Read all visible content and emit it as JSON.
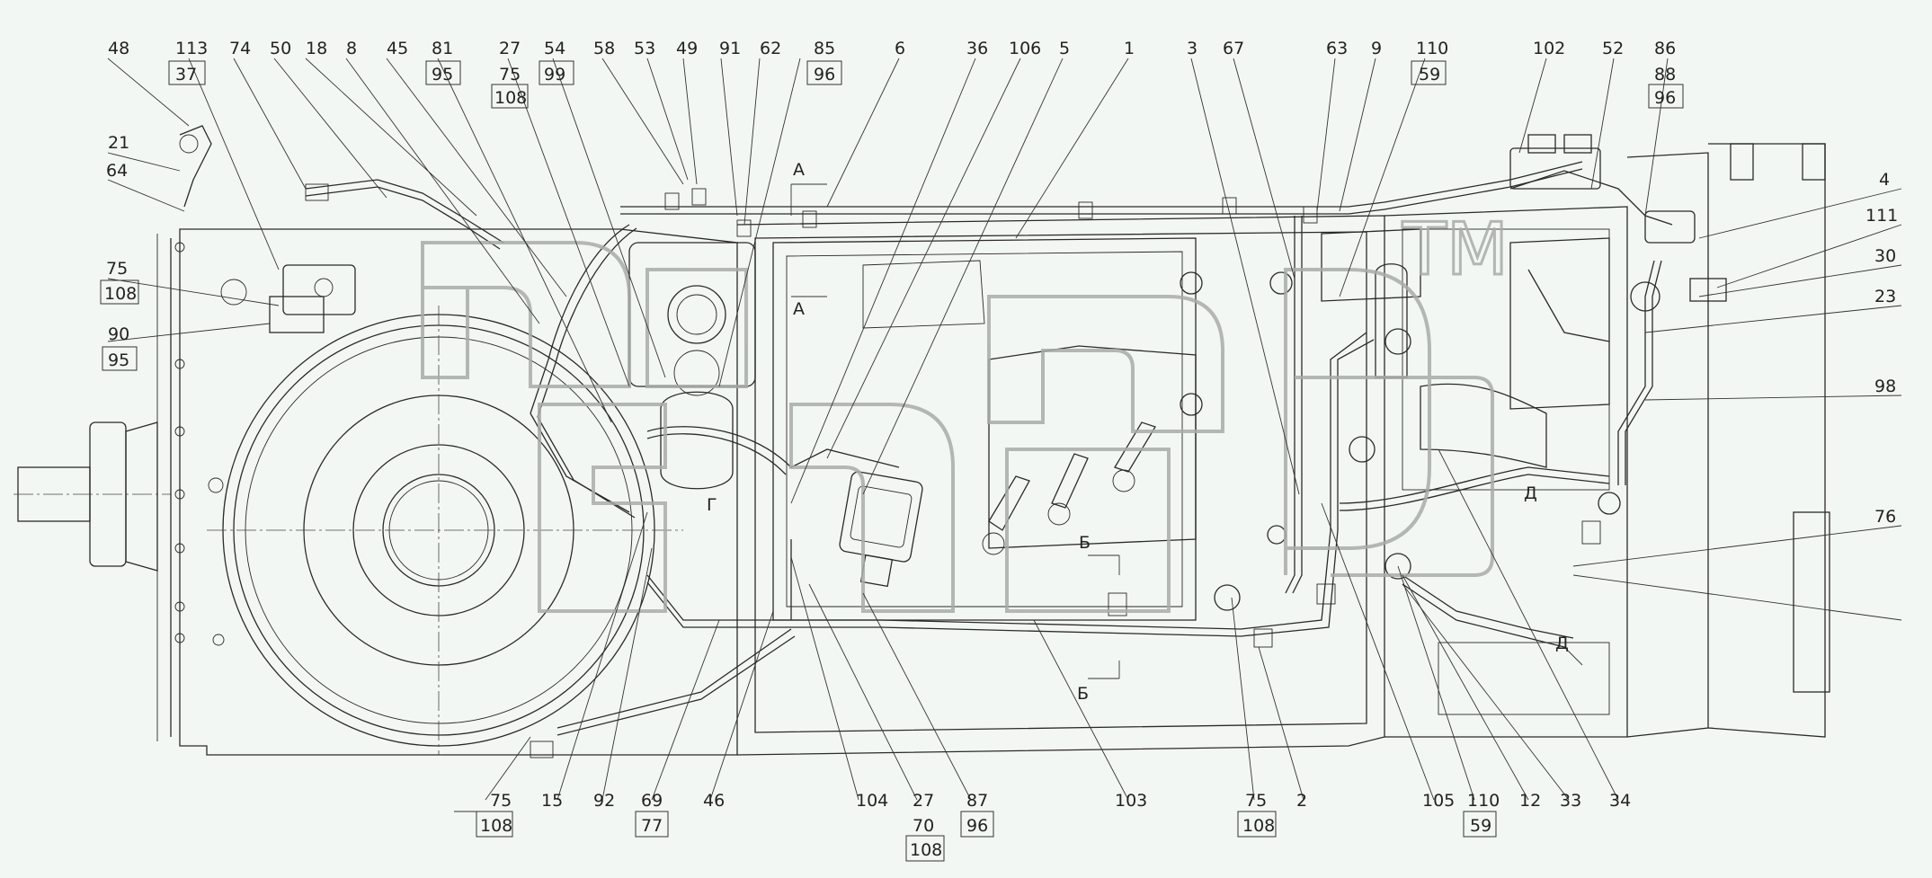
{
  "diagram": {
    "top_labels": [
      "48",
      "113",
      "74",
      "50",
      "18",
      "8",
      "45",
      "81",
      "27",
      "54",
      "58",
      "53",
      "49",
      "91",
      "62",
      "85",
      "6",
      "36",
      "106",
      "5",
      "1",
      "3",
      "67",
      "63",
      "9",
      "110",
      "102",
      "52",
      "86"
    ],
    "top_sub_labels": {
      "37": "37",
      "95a": "95",
      "75a": "75",
      "108a": "108",
      "99": "99",
      "96a": "96",
      "59a": "59",
      "88": "88",
      "96b": "96"
    },
    "left_labels": [
      "21",
      "64",
      "75",
      "108",
      "90",
      "95"
    ],
    "right_labels": [
      "4",
      "111",
      "30",
      "23",
      "98",
      "76"
    ],
    "bottom_labels": [
      "75",
      "108",
      "15",
      "92",
      "69",
      "77",
      "46",
      "104",
      "27",
      "70",
      "108",
      "87",
      "96",
      "103",
      "75",
      "108",
      "2",
      "105",
      "110",
      "59",
      "12",
      "33",
      "34"
    ],
    "section_marks": [
      "А",
      "А",
      "Б",
      "Б",
      "Г",
      "Д",
      "Д"
    ],
    "watermark": "TM"
  }
}
